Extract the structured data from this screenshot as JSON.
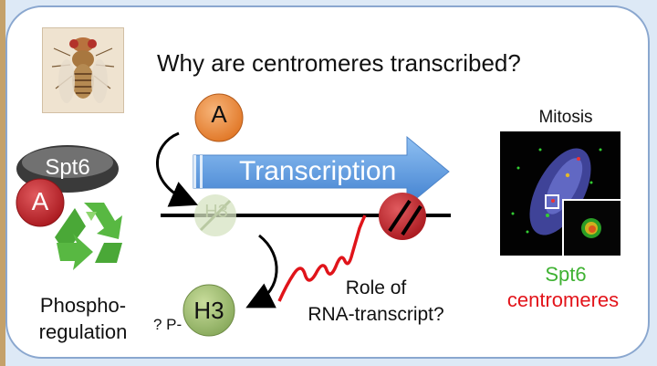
{
  "title": "Why are centromeres transcribed?",
  "spt6_label": "Spt6",
  "a_label": "A",
  "a_top_label": "A",
  "transcription_label": "Transcription",
  "h3_faded_label": "H3",
  "h3_label": "H3",
  "phospho_prefix": "? P-",
  "phospho_label_line1": "Phospho-",
  "phospho_label_line2": "regulation",
  "role_line1": "Role of",
  "role_line2": "RNA-transcript?",
  "mitosis_label": "Mitosis",
  "legend_spt6": "Spt6",
  "legend_centromeres": "centromeres",
  "colors": {
    "panel_border": "#8aa7cf",
    "orange_A": "#ee8a3a",
    "red_A": "#c62a2f",
    "spt6_fill": "#3a3a3a",
    "transcription_arrow": "#5b98de",
    "h3_green": "#a9c47a",
    "rna_wave": "#e0141a",
    "recycle_green": "#58b842",
    "legend_green": "#3fb233",
    "legend_red": "#e3141b"
  },
  "icons": [
    "fly-photo",
    "recycle-icon",
    "rna-wave",
    "microscopy-image"
  ]
}
